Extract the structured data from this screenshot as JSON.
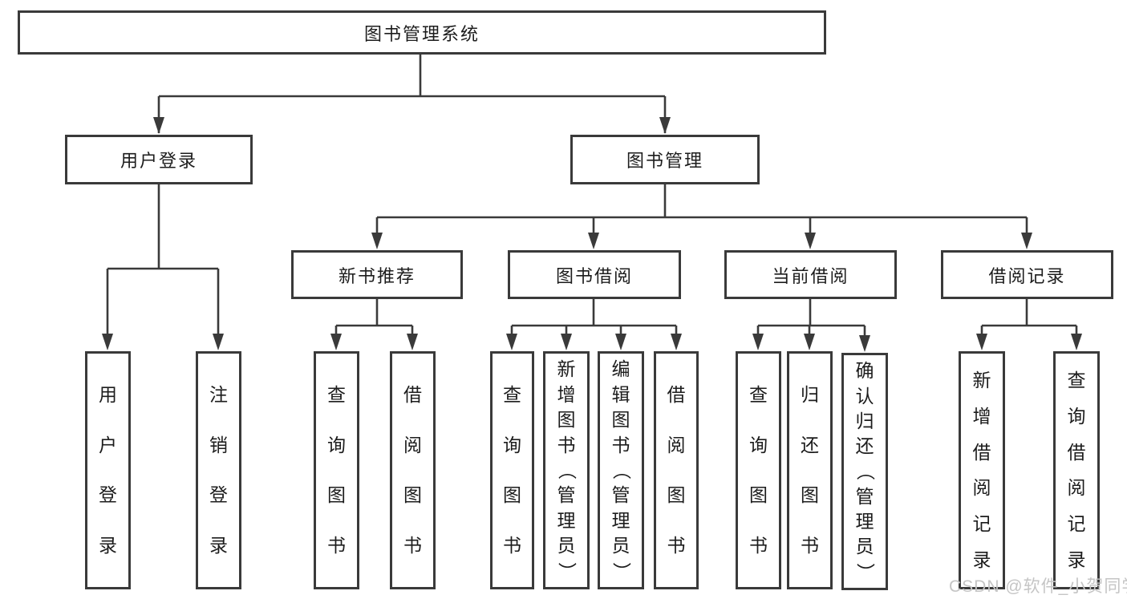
{
  "diagram": {
    "title": "图书管理系统",
    "nodes": [
      {
        "id": "root",
        "label": "图书管理系统",
        "orientation": "horizontal",
        "parent": null
      },
      {
        "id": "login",
        "label": "用户登录",
        "orientation": "horizontal",
        "parent": "root"
      },
      {
        "id": "mgmt",
        "label": "图书管理",
        "orientation": "horizontal",
        "parent": "root"
      },
      {
        "id": "newbook",
        "label": "新书推荐",
        "orientation": "horizontal",
        "parent": "mgmt"
      },
      {
        "id": "borrow",
        "label": "图书借阅",
        "orientation": "horizontal",
        "parent": "mgmt"
      },
      {
        "id": "current",
        "label": "当前借阅",
        "orientation": "horizontal",
        "parent": "mgmt"
      },
      {
        "id": "records",
        "label": "借阅记录",
        "orientation": "horizontal",
        "parent": "mgmt"
      },
      {
        "id": "login-user",
        "label": "用户登录",
        "orientation": "vertical",
        "parent": "login"
      },
      {
        "id": "login-logout",
        "label": "注销登录",
        "orientation": "vertical",
        "parent": "login"
      },
      {
        "id": "newbook-query",
        "label": "查询图书",
        "orientation": "vertical",
        "parent": "newbook"
      },
      {
        "id": "newbook-borrow",
        "label": "借阅图书",
        "orientation": "vertical",
        "parent": "newbook"
      },
      {
        "id": "borrow-query",
        "label": "查询图书",
        "orientation": "vertical",
        "parent": "borrow"
      },
      {
        "id": "borrow-add",
        "label": "新增图书（管理员）",
        "orientation": "vertical",
        "parent": "borrow"
      },
      {
        "id": "borrow-edit",
        "label": "编辑图书（管理员）",
        "orientation": "vertical",
        "parent": "borrow"
      },
      {
        "id": "borrow-borrow",
        "label": "借阅图书",
        "orientation": "vertical",
        "parent": "borrow"
      },
      {
        "id": "current-query",
        "label": "查询图书",
        "orientation": "vertical",
        "parent": "current"
      },
      {
        "id": "current-return",
        "label": "归还图书",
        "orientation": "vertical",
        "parent": "current"
      },
      {
        "id": "current-confirm",
        "label": "确认归还（管理员）",
        "orientation": "vertical",
        "parent": "current"
      },
      {
        "id": "records-add",
        "label": "新增借阅记录",
        "orientation": "vertical",
        "parent": "records"
      },
      {
        "id": "records-query",
        "label": "查询借阅记录",
        "orientation": "vertical",
        "parent": "records"
      }
    ],
    "watermark": "CSDN @软件_小贺同学",
    "colors": {
      "line": "#3a3a3a",
      "box_background": "#ffffff",
      "text": "#1c1c1c",
      "watermark": "#c5c5c5"
    }
  }
}
